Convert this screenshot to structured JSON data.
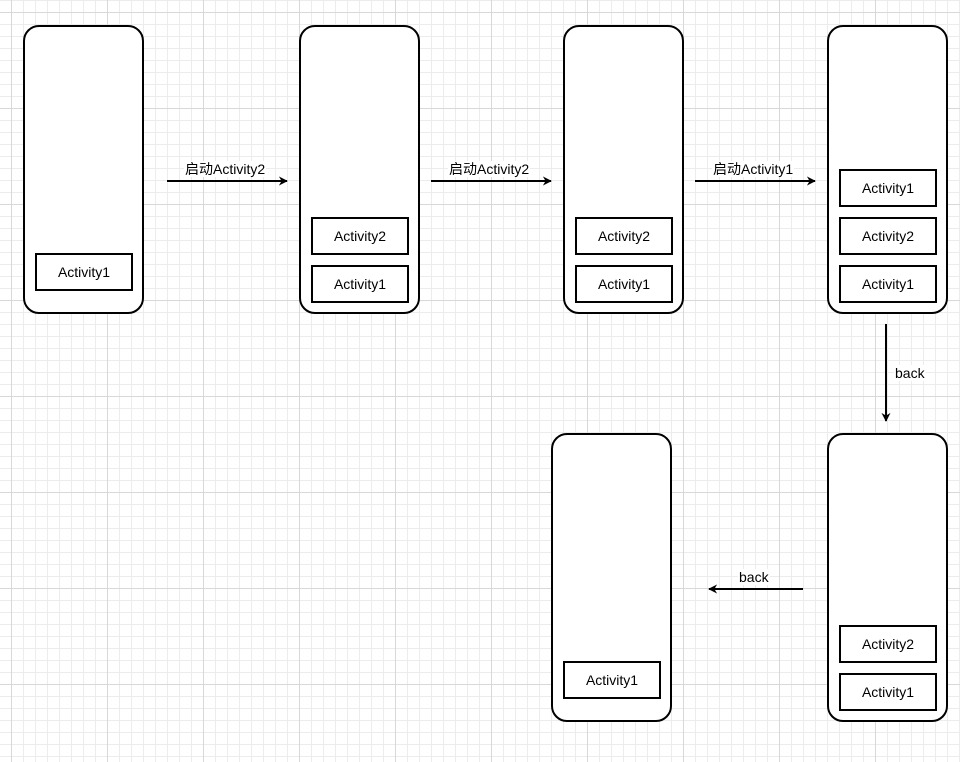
{
  "stacks": [
    {
      "activities": [
        "Activity1"
      ]
    },
    {
      "activities": [
        "Activity2",
        "Activity1"
      ]
    },
    {
      "activities": [
        "Activity2",
        "Activity1"
      ]
    },
    {
      "activities": [
        "Activity1",
        "Activity2",
        "Activity1"
      ]
    },
    {
      "activities": [
        "Activity2",
        "Activity1"
      ]
    },
    {
      "activities": [
        "Activity1"
      ]
    }
  ],
  "transitions": [
    {
      "label": "启动Activity2"
    },
    {
      "label": "启动Activity2"
    },
    {
      "label": "启动Activity1"
    },
    {
      "label": "back"
    },
    {
      "label": "back"
    }
  ],
  "colors": {
    "stroke": "#000000",
    "grid": "#d8d8d8",
    "background": "#ffffff"
  }
}
